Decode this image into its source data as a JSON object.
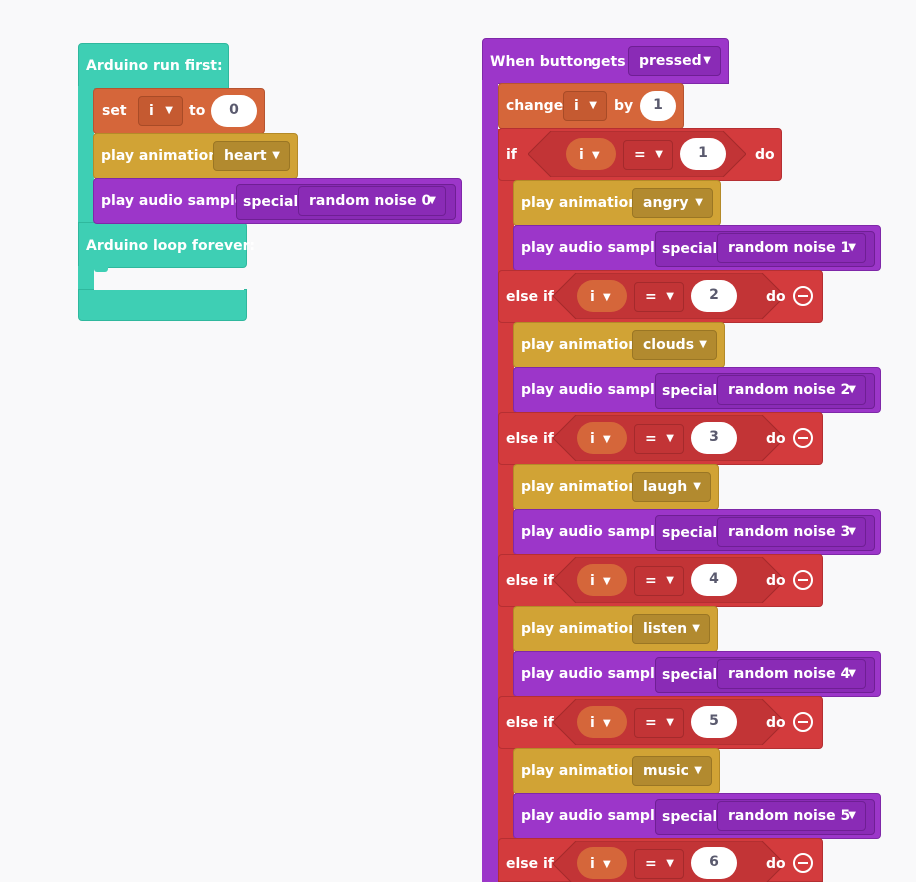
{
  "left_stack": {
    "run_first": "Arduino run first:",
    "set_label": "set",
    "set_var": "i",
    "set_to": "to",
    "set_value": "0",
    "play_animation": "play animation",
    "animation_value": "heart",
    "play_audio": "play audio sample",
    "special": "special",
    "noise_value": "random noise 0",
    "loop_forever": "Arduino loop forever:"
  },
  "right_stack": {
    "when_button": "When button",
    "gets": "gets",
    "pressed": "pressed",
    "change": "change",
    "change_var": "i",
    "by": "by",
    "change_value": "1",
    "if_label": "if",
    "else_if_label": "else if",
    "do_label": "do",
    "var_i": "i",
    "op_equals": "=",
    "play_animation": "play animation",
    "play_audio": "play audio sample",
    "special": "special",
    "branches": [
      {
        "value": "1",
        "animation": "angry",
        "noise": "random noise 1"
      },
      {
        "value": "2",
        "animation": "clouds",
        "noise": "random noise 2"
      },
      {
        "value": "3",
        "animation": "laugh",
        "noise": "random noise 3"
      },
      {
        "value": "4",
        "animation": "listen",
        "noise": "random noise 4"
      },
      {
        "value": "5",
        "animation": "music",
        "noise": "random noise 5"
      },
      {
        "value": "6"
      }
    ]
  },
  "colors": {
    "control": "#3ecfb4",
    "variables": "#d5663a",
    "animation": "#d1a335",
    "audio": "#9c36c9",
    "logic": "#d33b3d",
    "event": "#9c36c9",
    "background": "#f9f9fa"
  },
  "icons": {
    "dropdown": "caret-down-icon",
    "remove": "minus-circle-icon"
  }
}
